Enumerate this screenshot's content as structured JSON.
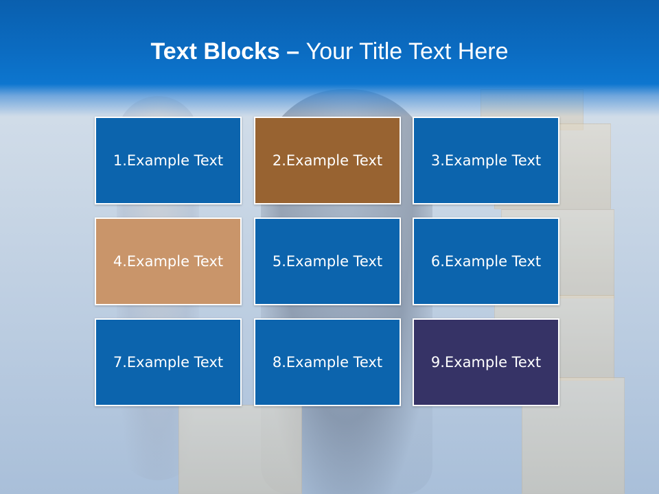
{
  "slide": {
    "title_bold": "Text Blocks",
    "title_separator": " – ",
    "title_rest": "Your Title Text Here"
  },
  "blocks": [
    {
      "label": "1.Example Text",
      "color": "#0c64ad"
    },
    {
      "label": "2.Example Text",
      "color": "#986331"
    },
    {
      "label": "3.Example Text",
      "color": "#0c64ad"
    },
    {
      "label": "4.Example Text",
      "color": "#c9956a"
    },
    {
      "label": "5.Example Text",
      "color": "#0c64ad"
    },
    {
      "label": "6.Example Text",
      "color": "#0c64ad"
    },
    {
      "label": "7.Example Text",
      "color": "#0c64ad"
    },
    {
      "label": "8.Example Text",
      "color": "#0c64ad"
    },
    {
      "label": "9.Example Text",
      "color": "#363366"
    }
  ],
  "colors": {
    "header": "#0b6cc2",
    "block_border": "#ffffff"
  }
}
